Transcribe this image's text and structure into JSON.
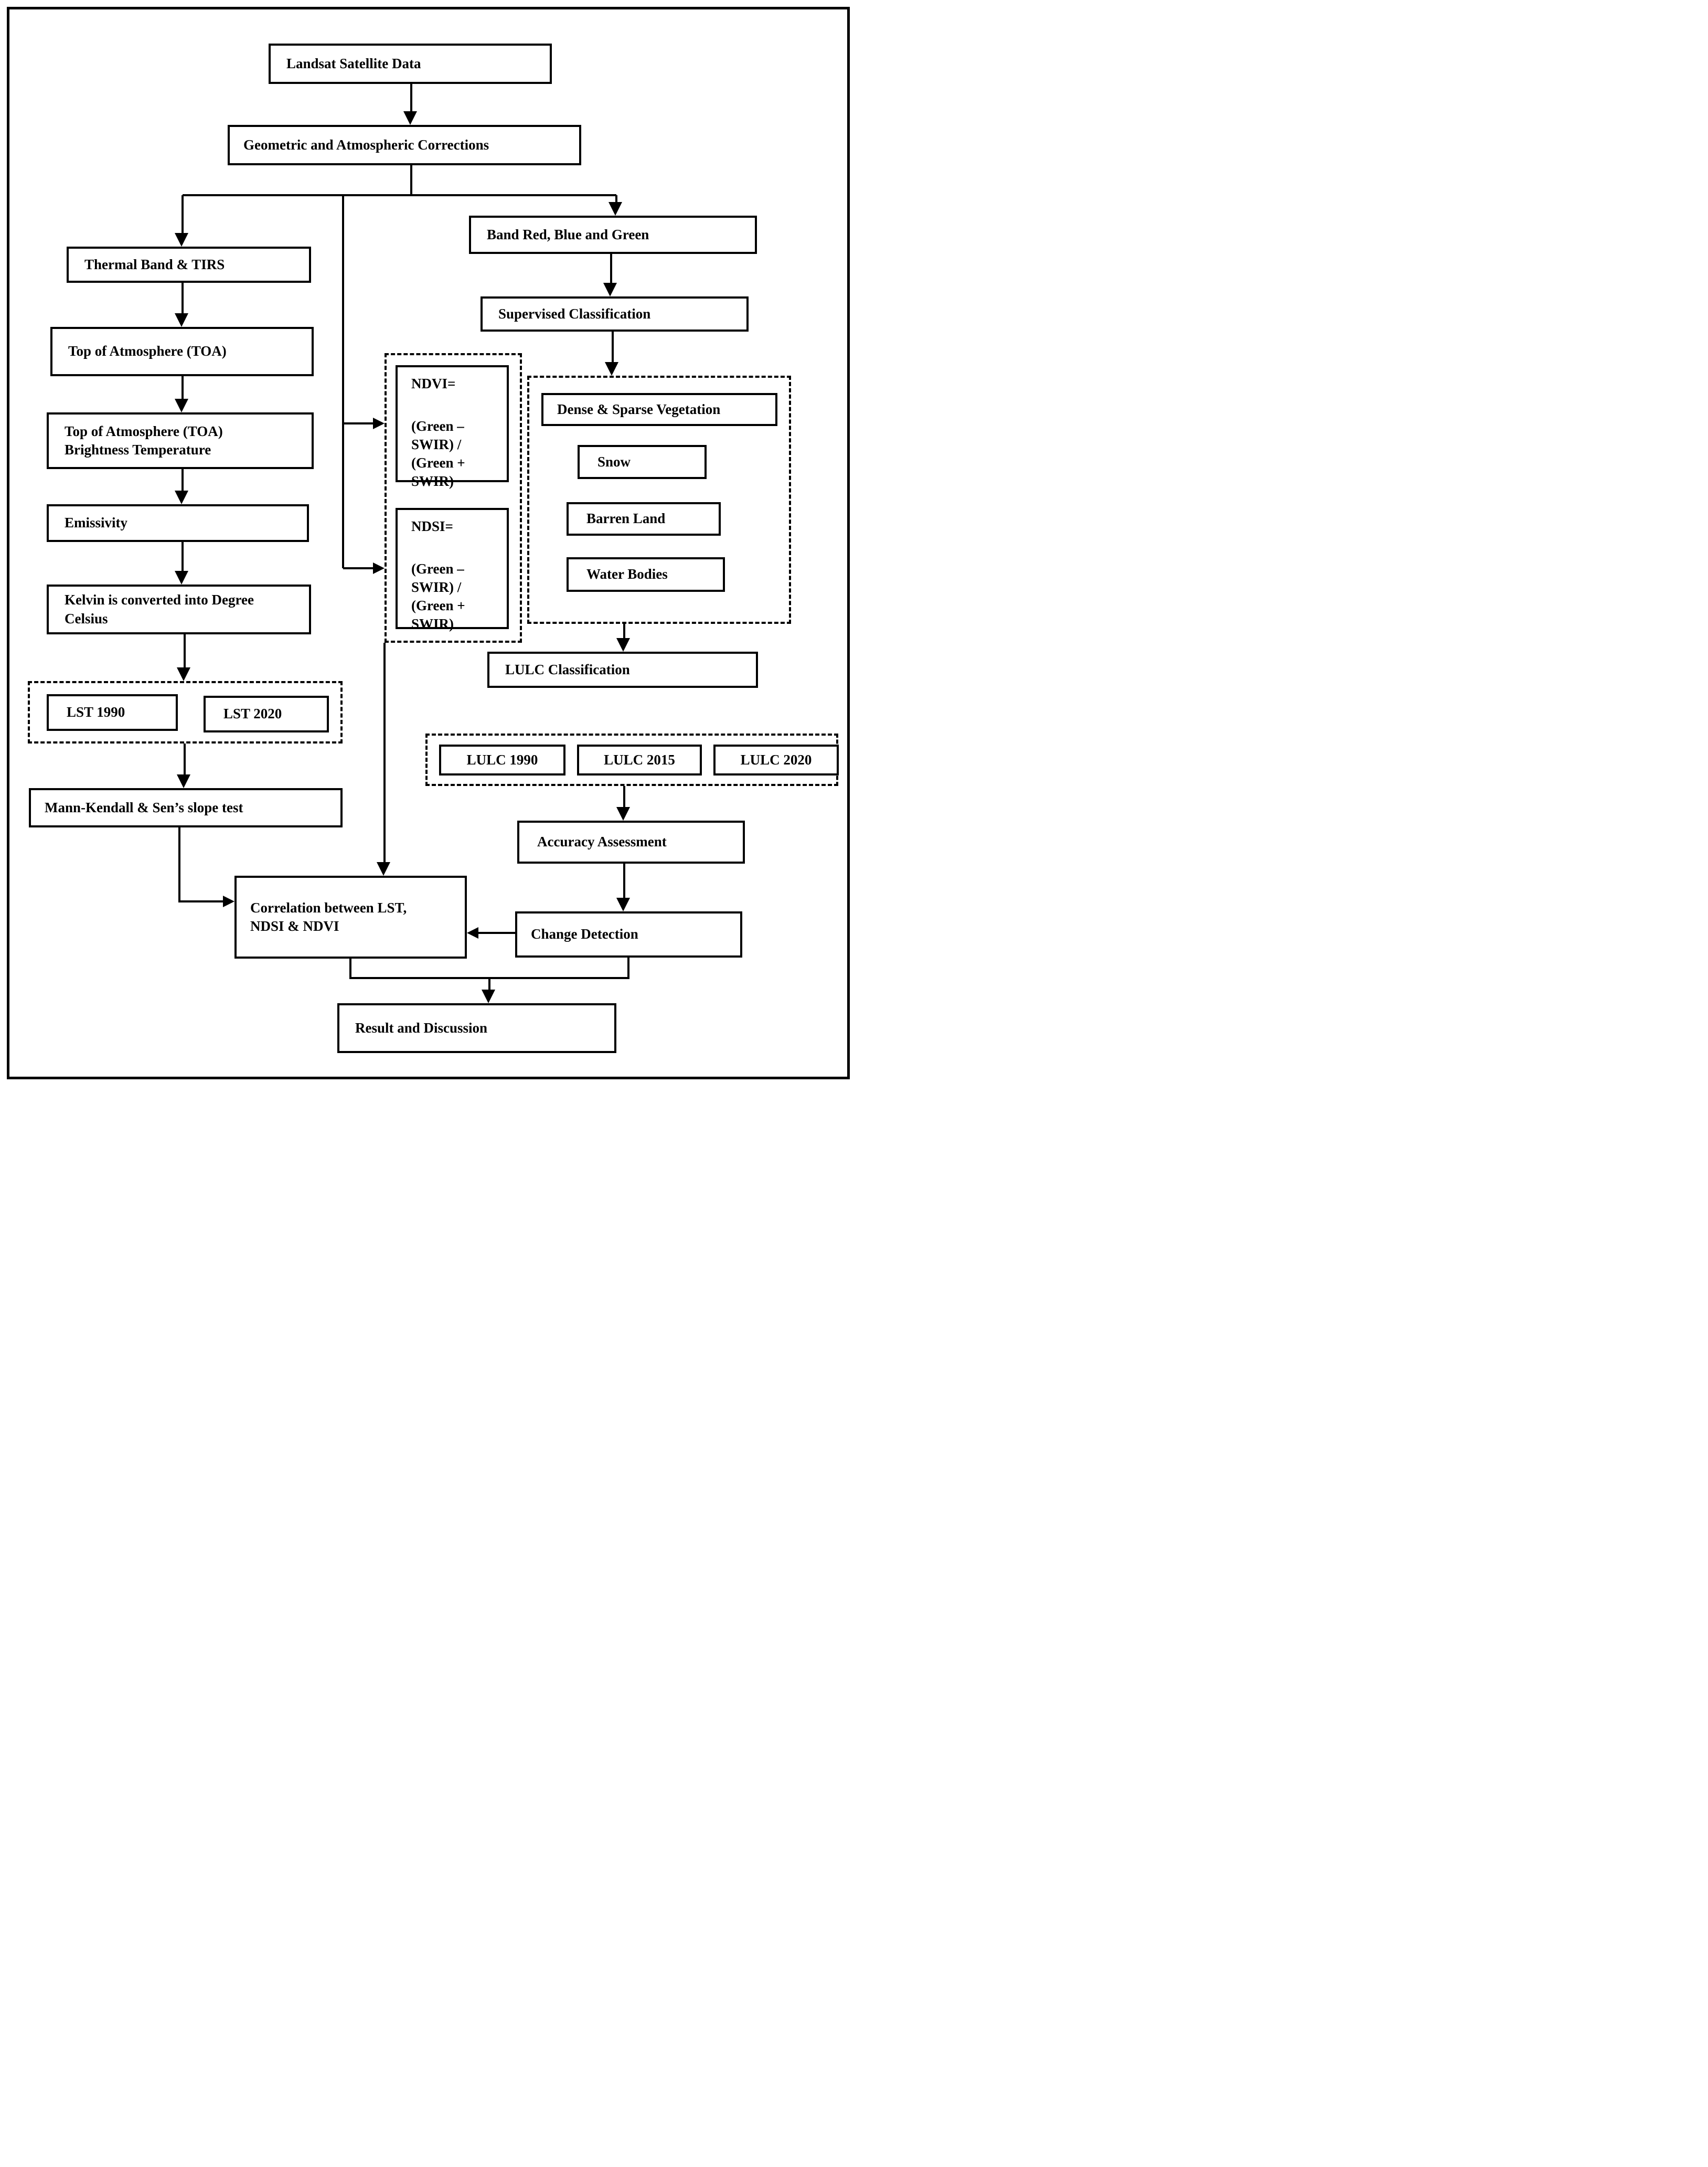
{
  "diagram": {
    "colors": {
      "line": "#000000",
      "background": "#ffffff"
    },
    "nodes": {
      "landsat": {
        "label": "Landsat Satellite Data"
      },
      "gac": {
        "label": "Geometric and Atmospheric Corrections"
      },
      "thermal": {
        "label": "Thermal Band & TIRS"
      },
      "toa": {
        "label": "Top of Atmosphere (TOA)"
      },
      "toa_bt": {
        "label": "Top of Atmosphere (TOA)\nBrightness Temperature"
      },
      "emissivity": {
        "label": "Emissivity"
      },
      "kelvin": {
        "label": "Kelvin is converted into Degree\nCelsius"
      },
      "lst1990": {
        "label": "LST 1990"
      },
      "lst2020": {
        "label": "LST 2020"
      },
      "mann": {
        "label": "Mann-Kendall & Sen’s slope test"
      },
      "ndvi": {
        "title": "NDVI=",
        "formula": "(Green –\nSWIR) /\n(Green +\nSWIR)"
      },
      "ndsi": {
        "title": "NDSI=",
        "formula": "(Green –\nSWIR) /\n(Green +\nSWIR)"
      },
      "band_rbg": {
        "label": "Band Red, Blue and Green"
      },
      "supervised": {
        "label": "Supervised Classification"
      },
      "dense": {
        "label": "Dense & Sparse Vegetation"
      },
      "snow": {
        "label": "Snow"
      },
      "barren": {
        "label": "Barren Land"
      },
      "water": {
        "label": "Water Bodies"
      },
      "lulc_class": {
        "label": "LULC Classification"
      },
      "lulc1990": {
        "label": "LULC 1990"
      },
      "lulc2015": {
        "label": "LULC 2015"
      },
      "lulc2020": {
        "label": "LULC 2020"
      },
      "accuracy": {
        "label": "Accuracy Assessment"
      },
      "change": {
        "label": "Change Detection"
      },
      "correlation": {
        "label": "Correlation between LST,\nNDSI & NDVI"
      },
      "result": {
        "label": "Result and Discussion"
      }
    }
  }
}
